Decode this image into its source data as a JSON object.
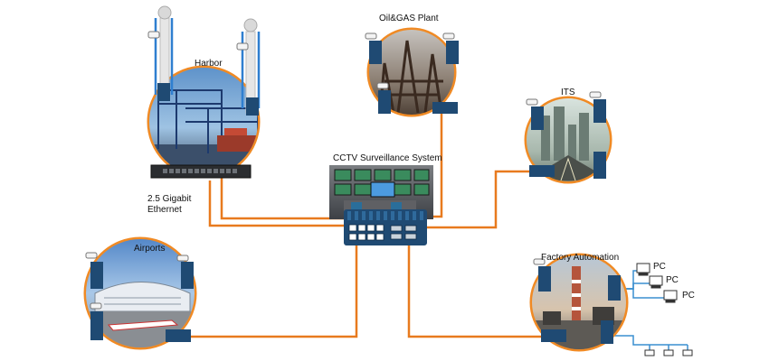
{
  "labels": {
    "harbor": "Harbor",
    "oil_gas": "Oil&GAS  Plant",
    "its": "ITS",
    "cctv": "CCTV Surveillance System",
    "airports": "Airports",
    "factory": "Factory Automation",
    "gigabit_line1": "2.5 Gigabit",
    "gigabit_line2": "Ethernet",
    "pc1": "PC",
    "pc2": "PC",
    "pc3": "PC"
  },
  "colors": {
    "link": "#e87a1e",
    "ring": "#f08a24",
    "lan": "#3a8fd0",
    "switch_body": "#1f4a73",
    "switch_rib": "#2f6a9c"
  }
}
